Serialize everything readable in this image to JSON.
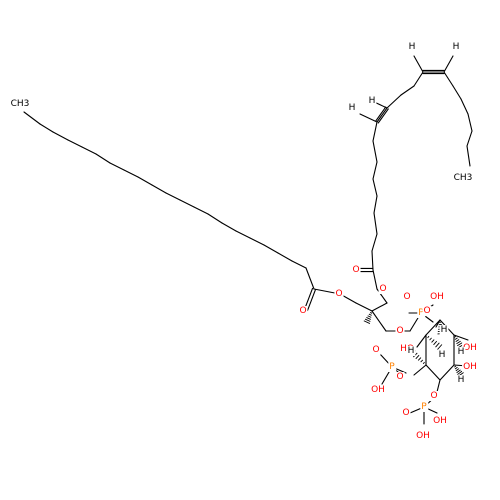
{
  "structure": {
    "atoms": {
      "methyl_top": "CH3",
      "methyl_bottom": "CH3",
      "H_vinyl": "H",
      "O": "O",
      "P": "P",
      "OH": "OH",
      "HO": "HO",
      "H_ring": "H"
    },
    "colors": {
      "carbon": "#000000",
      "oxygen": "#ff0000",
      "phosphorus": "#ff8000",
      "background": "#ffffff"
    }
  }
}
